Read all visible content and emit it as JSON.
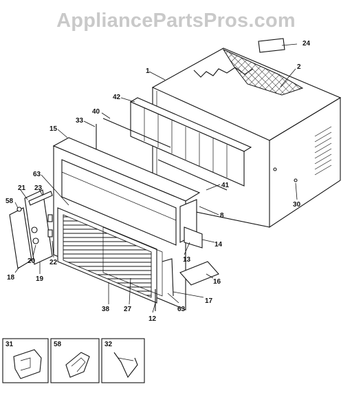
{
  "watermark": "AppliancePartsPros.com",
  "callouts": [
    {
      "id": "c24",
      "text": "24"
    },
    {
      "id": "c1",
      "text": "1"
    },
    {
      "id": "c2",
      "text": "2"
    },
    {
      "id": "c42",
      "text": "42"
    },
    {
      "id": "c40",
      "text": "40"
    },
    {
      "id": "c33",
      "text": "33"
    },
    {
      "id": "c15",
      "text": "15"
    },
    {
      "id": "c63a",
      "text": "63"
    },
    {
      "id": "c21",
      "text": "21"
    },
    {
      "id": "c23",
      "text": "23"
    },
    {
      "id": "c58",
      "text": "58"
    },
    {
      "id": "c41",
      "text": "41"
    },
    {
      "id": "c30",
      "text": "30"
    },
    {
      "id": "c8",
      "text": "8"
    },
    {
      "id": "c14",
      "text": "14"
    },
    {
      "id": "c13",
      "text": "13"
    },
    {
      "id": "c22",
      "text": "22"
    },
    {
      "id": "c20",
      "text": "20"
    },
    {
      "id": "c18",
      "text": "18"
    },
    {
      "id": "c19",
      "text": "19"
    },
    {
      "id": "c16",
      "text": "16"
    },
    {
      "id": "c17",
      "text": "17"
    },
    {
      "id": "c38",
      "text": "38"
    },
    {
      "id": "c27",
      "text": "27"
    },
    {
      "id": "c12",
      "text": "12"
    },
    {
      "id": "c63b",
      "text": "63"
    }
  ],
  "detail_boxes": [
    {
      "id": "d31",
      "text": "31"
    },
    {
      "id": "d58",
      "text": "58"
    },
    {
      "id": "d32",
      "text": "32"
    }
  ]
}
